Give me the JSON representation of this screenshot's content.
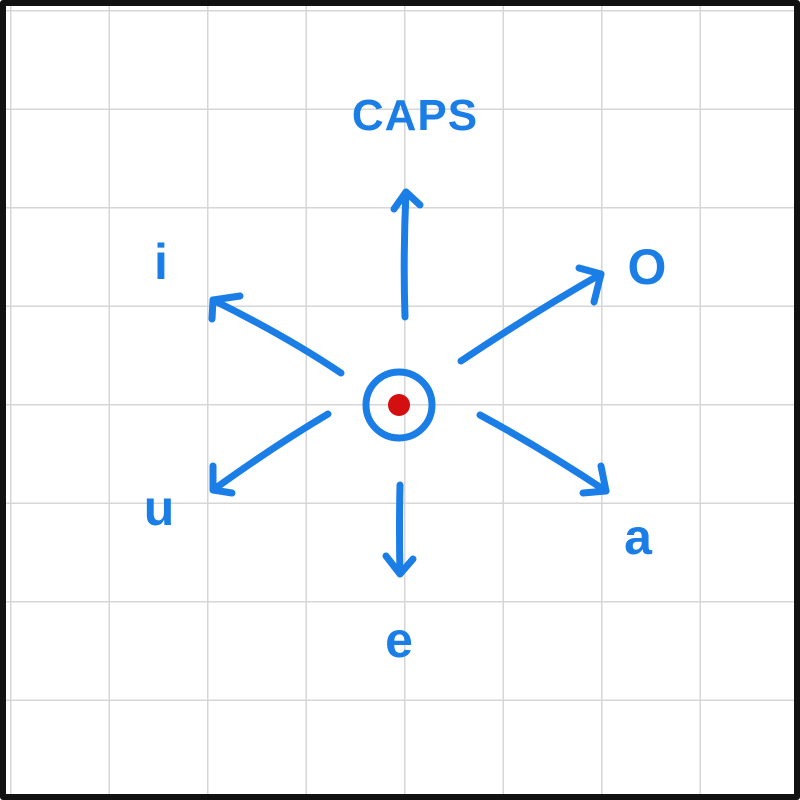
{
  "colors": {
    "ink": "#1a7ee6",
    "center_dot": "#d40f0f",
    "frame": "#111111",
    "grid": "#d6d6d6"
  },
  "center": {
    "icon": "target-icon"
  },
  "labels": {
    "caps": "CAPS",
    "i": "i",
    "o": "O",
    "u": "u",
    "a": "a",
    "e": "e"
  },
  "arrows": [
    "up",
    "up-left",
    "up-right",
    "down-left",
    "down-right",
    "down"
  ]
}
